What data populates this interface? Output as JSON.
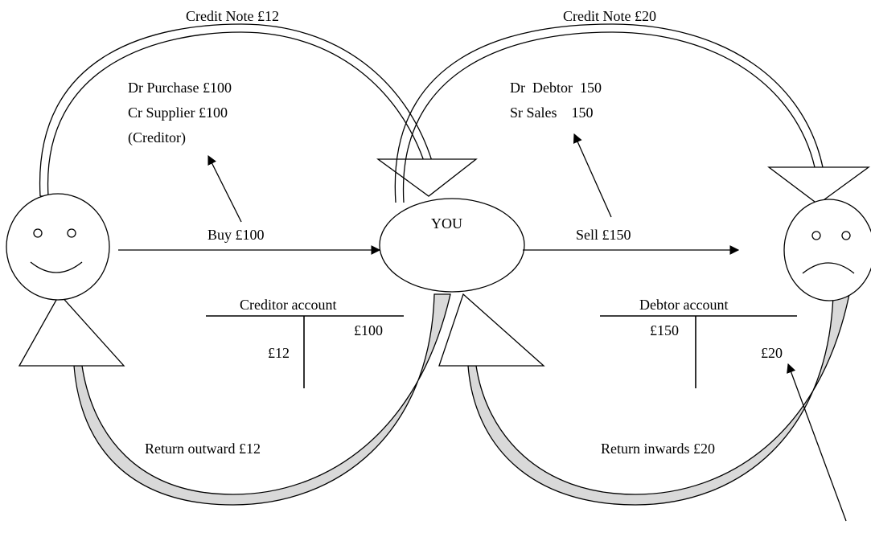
{
  "top_labels": {
    "credit_note_left": "Credit Note £12",
    "credit_note_right": "Credit Note £20"
  },
  "entries_left": {
    "line1": "Dr Purchase £100",
    "line2": "Cr Supplier £100",
    "line3": "(Creditor)"
  },
  "entries_right": {
    "line1": "Dr  Debtor  150",
    "line2": "Sr Sales    150"
  },
  "center": {
    "you": "YOU"
  },
  "flows": {
    "buy": "Buy £100",
    "sell": "Sell £150",
    "return_outward": "Return outward £12",
    "return_inwards": "Return inwards £20"
  },
  "creditor_account": {
    "title": "Creditor account",
    "debit": "£12",
    "credit": "£100"
  },
  "debtor_account": {
    "title": "Debtor account",
    "debit": "£150",
    "credit": "£20"
  },
  "colors": {
    "line": "#000000",
    "band_fill": "#d9d9d9",
    "background": "#ffffff"
  }
}
